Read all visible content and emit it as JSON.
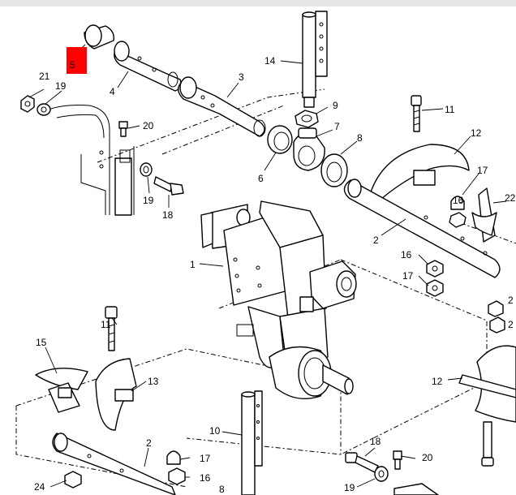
{
  "colors": {
    "highlight": "#ff0000",
    "ink": "#000000",
    "toolbar": "#e6e6e6"
  },
  "highlighted_callout": "5",
  "callouts": [
    {
      "id": "c5",
      "text": "5"
    },
    {
      "id": "c21",
      "text": "21"
    },
    {
      "id": "c19a",
      "text": "19"
    },
    {
      "id": "c4",
      "text": "4"
    },
    {
      "id": "c3",
      "text": "3"
    },
    {
      "id": "c14",
      "text": "14"
    },
    {
      "id": "c20a",
      "text": "20"
    },
    {
      "id": "c9",
      "text": "9"
    },
    {
      "id": "c7",
      "text": "7"
    },
    {
      "id": "c8",
      "text": "8"
    },
    {
      "id": "c6",
      "text": "6"
    },
    {
      "id": "c19b",
      "text": "19"
    },
    {
      "id": "c18a",
      "text": "18"
    },
    {
      "id": "c11a",
      "text": "11"
    },
    {
      "id": "c12a",
      "text": "12"
    },
    {
      "id": "c17a",
      "text": "17"
    },
    {
      "id": "c16a",
      "text": "16"
    },
    {
      "id": "c22",
      "text": "22"
    },
    {
      "id": "c2a",
      "text": "2"
    },
    {
      "id": "c1",
      "text": "1"
    },
    {
      "id": "c16b",
      "text": "16"
    },
    {
      "id": "c17b",
      "text": "17"
    },
    {
      "id": "c2r1",
      "text": "2"
    },
    {
      "id": "c2r2",
      "text": "2"
    },
    {
      "id": "c11b",
      "text": "11"
    },
    {
      "id": "c15",
      "text": "15"
    },
    {
      "id": "c13",
      "text": "13"
    },
    {
      "id": "c12b",
      "text": "12"
    },
    {
      "id": "c10",
      "text": "10"
    },
    {
      "id": "c2b",
      "text": "2"
    },
    {
      "id": "c17c",
      "text": "17"
    },
    {
      "id": "c16c",
      "text": "16"
    },
    {
      "id": "c18b",
      "text": "18"
    },
    {
      "id": "c20b",
      "text": "20"
    },
    {
      "id": "c24",
      "text": "24"
    },
    {
      "id": "c8b",
      "text": "8"
    },
    {
      "id": "c19c",
      "text": "19"
    }
  ]
}
